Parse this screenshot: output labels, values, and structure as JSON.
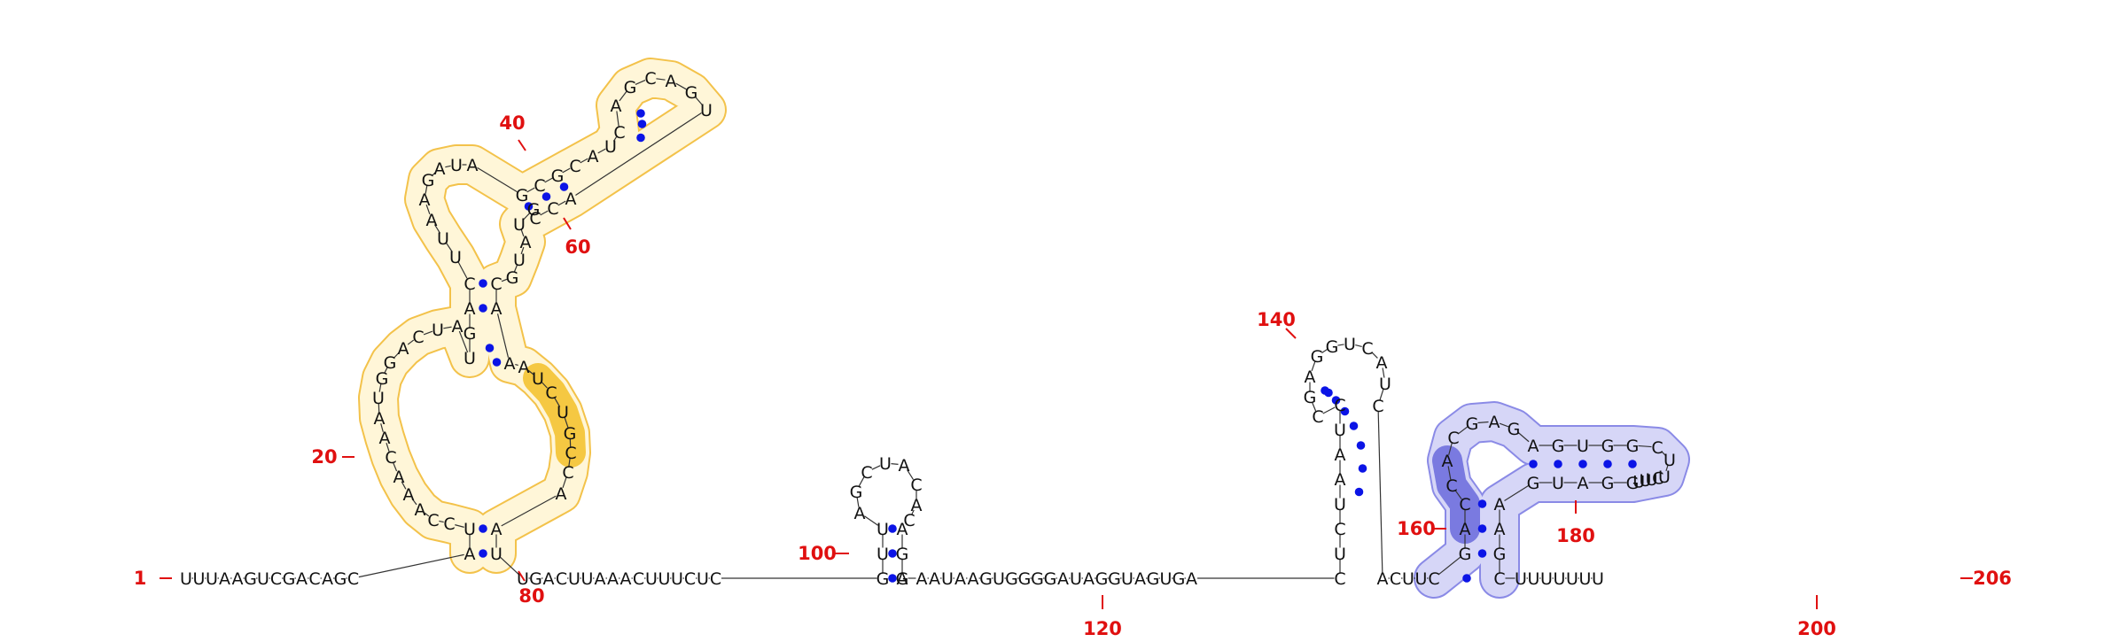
{
  "colors": {
    "yellow_outline": "#f3c24a",
    "yellow_fill": "#fff6d8",
    "yellow_strong": "#f5c842",
    "blue_outline": "#8a8ae6",
    "blue_fill": "#d6d6f7",
    "blue_strong": "#7a7ae0",
    "pair_dot": "#0b14e6",
    "position_label": "#e01010",
    "nucleotide": "#111111"
  },
  "sequence": "UUUAAGUCGACAGCAUCCAAACAAUGGACUAUGACUUAAGAUAGCGCAUCAGCAGUACCGUAUGCAAAUCUGCCAAUUGACUUAAACUUUCUCGUUAGCUACACAGAGAAUAAGUGGGGAUAGGUAGUGACUCUAAUCCGAGGUCAUCACUUCGACCACGAGAGUGGCUUCUUUGGAUGAAGCUUUUUUU",
  "position_labels": [
    "1",
    "20",
    "40",
    "60",
    "80",
    "100",
    "120",
    "140",
    "160",
    "180",
    "200",
    "206"
  ]
}
